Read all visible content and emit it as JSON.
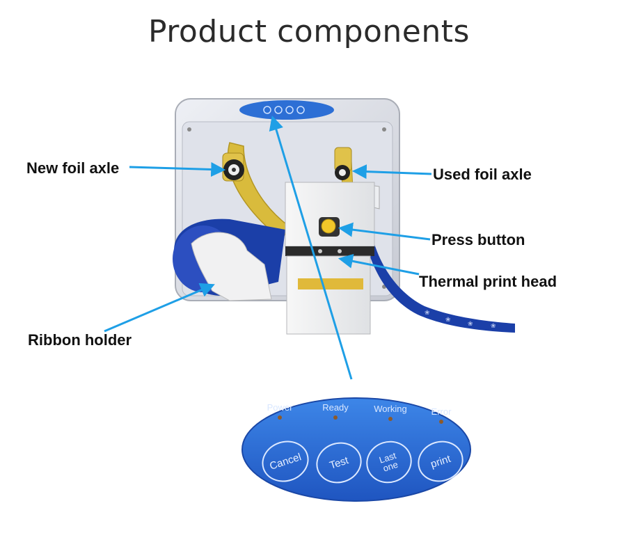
{
  "title": "Product components",
  "labels": {
    "new_foil_axle": "New foil axle",
    "used_foil_axle": "Used foil axle",
    "press_button": "Press button",
    "thermal_print_head": "Thermal print head",
    "ribbon_holder": "Ribbon holder"
  },
  "panel": {
    "indicators": [
      "Power",
      "Ready",
      "Working",
      "Error"
    ],
    "buttons": [
      "Cancel",
      "Test",
      "Last one",
      "print"
    ]
  },
  "colors": {
    "arrow": "#1e9fe6",
    "ribbon": "#1b3fa8",
    "panel": "#2f6fd6",
    "foil_gold": "#d4b63a",
    "casing": "#d9dbe2"
  }
}
